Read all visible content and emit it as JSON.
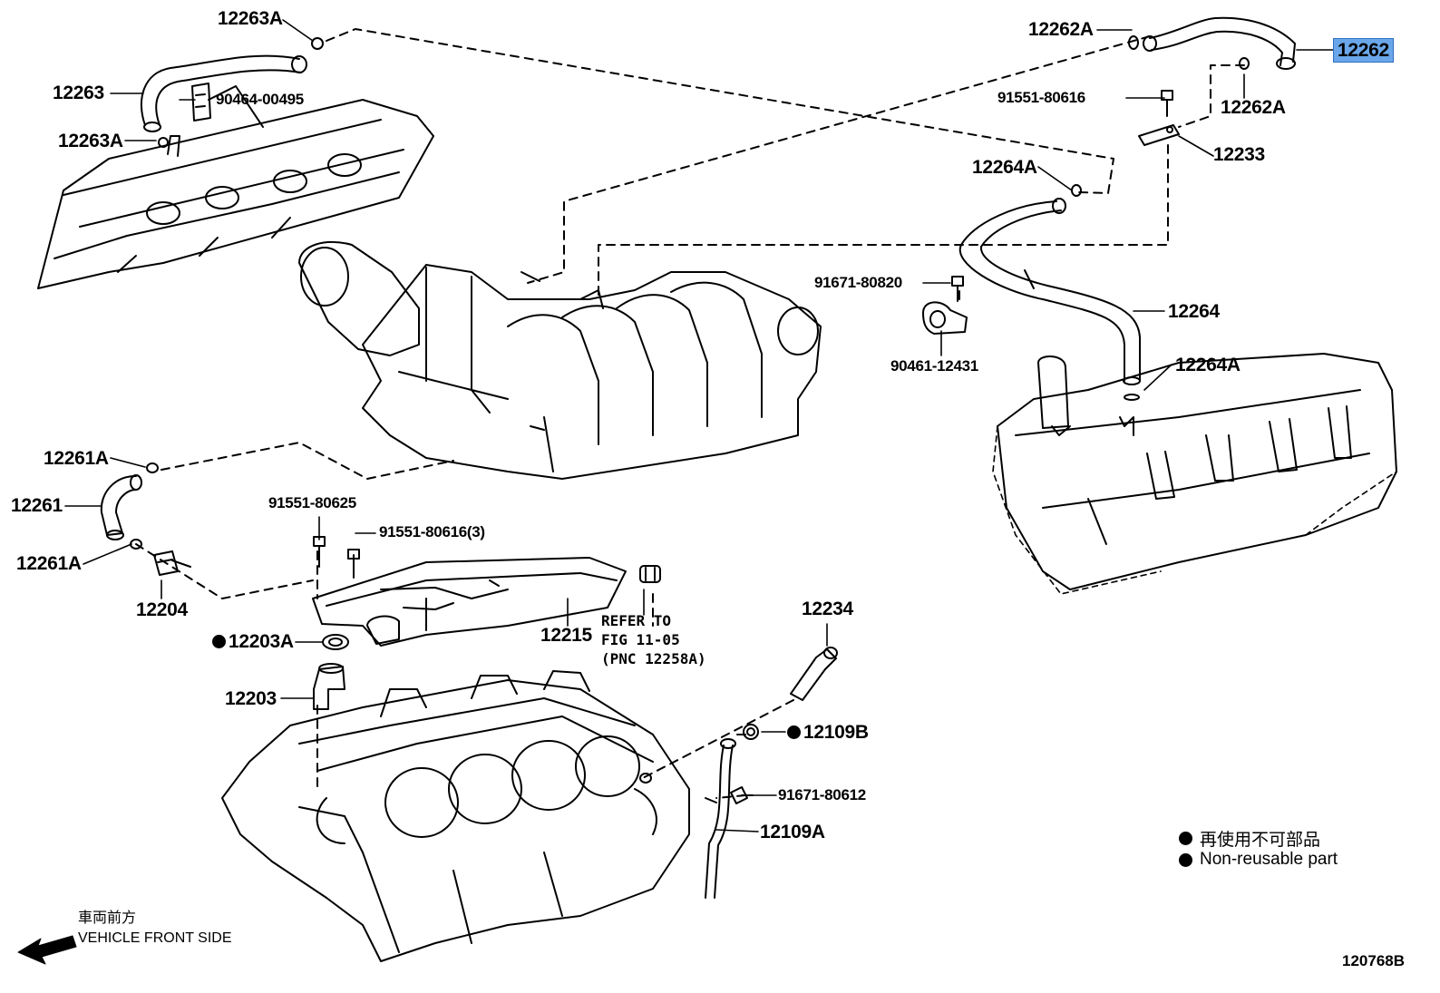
{
  "labels": {
    "p12263A_top": "12263A",
    "p12263": "12263",
    "p90464": "90464-00495",
    "p12263A_bot": "12263A",
    "p12262A_left": "12262A",
    "p12262": "12262",
    "p91551_80616": "91551-80616",
    "p12262A_right": "12262A",
    "p12233": "12233",
    "p12264A_top": "12264A",
    "p91671_80820": "91671-80820",
    "p12264": "12264",
    "p90461": "90461-12431",
    "p12264A_bot": "12264A",
    "p12261A_top": "12261A",
    "p12261": "12261",
    "p12261A_bot": "12261A",
    "p12204": "12204",
    "p91551_80625": "91551-80625",
    "p91551_80616_3": "91551-80616(3)",
    "p12215": "12215",
    "p12203A": "12203A",
    "p12203": "12203",
    "p12234": "12234",
    "p12109B": "12109B",
    "p91671_80612": "91671-80612",
    "p12109A": "12109A",
    "refer_1": "REFER TO",
    "refer_2": "FIG 11-05",
    "refer_3": "(PNC 12258A)"
  },
  "legend": {
    "jp": "再使用不可部品",
    "en": "Non-reusable part"
  },
  "front_side": {
    "jp": "車両前方",
    "en": "VEHICLE FRONT SIDE"
  },
  "figure_number": "120768B",
  "highlight_color": "#6aa7ea"
}
